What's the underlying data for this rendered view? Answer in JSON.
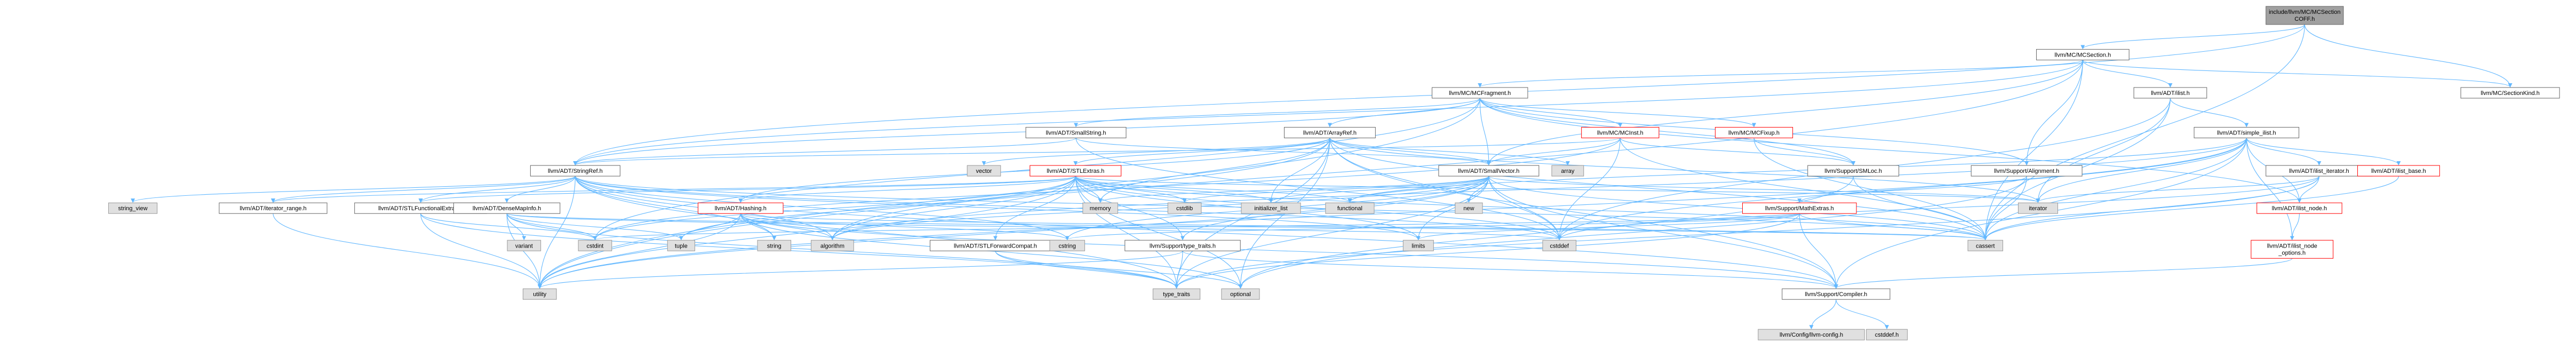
{
  "graph": {
    "nodes": [
      {
        "id": "root",
        "label": "include/llvm/MC/MCSection\nCOFF.h",
        "kind": "root"
      },
      {
        "id": "mcsec",
        "label": "llvm/MC/MCSection.h",
        "kind": "local"
      },
      {
        "id": "mcfrag",
        "label": "llvm/MC/MCFragment.h",
        "kind": "local"
      },
      {
        "id": "ilist",
        "label": "llvm/ADT/ilist.h",
        "kind": "local"
      },
      {
        "id": "seckind",
        "label": "llvm/MC/SectionKind.h",
        "kind": "local"
      },
      {
        "id": "smallstring",
        "label": "llvm/ADT/SmallString.h",
        "kind": "local"
      },
      {
        "id": "arrayref",
        "label": "llvm/ADT/ArrayRef.h",
        "kind": "local"
      },
      {
        "id": "mcinst",
        "label": "llvm/MC/MCInst.h",
        "kind": "red"
      },
      {
        "id": "mcfixup",
        "label": "llvm/MC/MCFixup.h",
        "kind": "red"
      },
      {
        "id": "simpleilist",
        "label": "llvm/ADT/simple_ilist.h",
        "kind": "local"
      },
      {
        "id": "stringref",
        "label": "llvm/ADT/StringRef.h",
        "kind": "local"
      },
      {
        "id": "stlextras",
        "label": "llvm/ADT/STLExtras.h",
        "kind": "red"
      },
      {
        "id": "smallvector",
        "label": "llvm/ADT/SmallVector.h",
        "kind": "local"
      },
      {
        "id": "smloc",
        "label": "llvm/Support/SMLoc.h",
        "kind": "local"
      },
      {
        "id": "alignment",
        "label": "llvm/Support/Alignment.h",
        "kind": "local"
      },
      {
        "id": "ilistiter",
        "label": "llvm/ADT/ilist_iterator.h",
        "kind": "local"
      },
      {
        "id": "ilistbase",
        "label": "llvm/ADT/ilist_base.h",
        "kind": "red"
      },
      {
        "id": "vector",
        "label": "vector",
        "kind": "sys"
      },
      {
        "id": "array",
        "label": "array",
        "kind": "sys"
      },
      {
        "id": "stringview",
        "label": "string_view",
        "kind": "sys"
      },
      {
        "id": "iterrange",
        "label": "llvm/ADT/iterator_range.h",
        "kind": "local"
      },
      {
        "id": "stlfunc",
        "label": "llvm/ADT/STLFunctionalExtras.h",
        "kind": "local"
      },
      {
        "id": "densemapinfo",
        "label": "llvm/ADT/DenseMapInfo.h",
        "kind": "local"
      },
      {
        "id": "hashing",
        "label": "llvm/ADT/Hashing.h",
        "kind": "red"
      },
      {
        "id": "memory",
        "label": "memory",
        "kind": "sys"
      },
      {
        "id": "cstdlib",
        "label": "cstdlib",
        "kind": "sys"
      },
      {
        "id": "initlist",
        "label": "initializer_list",
        "kind": "sys"
      },
      {
        "id": "functional",
        "label": "functional",
        "kind": "sys"
      },
      {
        "id": "new",
        "label": "new",
        "kind": "sys"
      },
      {
        "id": "mathextras",
        "label": "llvm/Support/MathExtras.h",
        "kind": "red"
      },
      {
        "id": "iterator",
        "label": "iterator",
        "kind": "sys"
      },
      {
        "id": "ilistnode",
        "label": "llvm/ADT/ilist_node.h",
        "kind": "red"
      },
      {
        "id": "variant",
        "label": "variant",
        "kind": "sys"
      },
      {
        "id": "cstdint",
        "label": "cstdint",
        "kind": "sys"
      },
      {
        "id": "tuple",
        "label": "tuple",
        "kind": "sys"
      },
      {
        "id": "string",
        "label": "string",
        "kind": "sys"
      },
      {
        "id": "algorithm",
        "label": "algorithm",
        "kind": "sys"
      },
      {
        "id": "stlforward",
        "label": "llvm/ADT/STLForwardCompat.h",
        "kind": "local"
      },
      {
        "id": "cstring",
        "label": "cstring",
        "kind": "sys"
      },
      {
        "id": "typetraitsh",
        "label": "llvm/Support/type_traits.h",
        "kind": "local"
      },
      {
        "id": "limits",
        "label": "limits",
        "kind": "sys"
      },
      {
        "id": "cstddef",
        "label": "cstddef",
        "kind": "sys"
      },
      {
        "id": "cassert",
        "label": "cassert",
        "kind": "sys"
      },
      {
        "id": "ilistnodeopts",
        "label": "llvm/ADT/ilist_node\n_options.h",
        "kind": "red"
      },
      {
        "id": "utility",
        "label": "utility",
        "kind": "sys"
      },
      {
        "id": "typetraits",
        "label": "type_traits",
        "kind": "sys"
      },
      {
        "id": "optional",
        "label": "optional",
        "kind": "sys"
      },
      {
        "id": "compiler",
        "label": "llvm/Support/Compiler.h",
        "kind": "local"
      },
      {
        "id": "config",
        "label": "llvm/Config/llvm-config.h",
        "kind": "sys"
      },
      {
        "id": "cstddefh",
        "label": "cstddef.h",
        "kind": "sys"
      }
    ],
    "edges": [
      [
        "root",
        "mcsec"
      ],
      [
        "root",
        "seckind"
      ],
      [
        "root",
        "stringref"
      ],
      [
        "root",
        "cassert"
      ],
      [
        "mcsec",
        "mcfrag"
      ],
      [
        "mcsec",
        "ilist"
      ],
      [
        "mcsec",
        "seckind"
      ],
      [
        "mcsec",
        "smallvector"
      ],
      [
        "mcsec",
        "alignment"
      ],
      [
        "mcsec",
        "stringref"
      ],
      [
        "mcsec",
        "cassert"
      ],
      [
        "mcsec",
        "utility"
      ],
      [
        "mcfrag",
        "smallstring"
      ],
      [
        "mcfrag",
        "arrayref"
      ],
      [
        "mcfrag",
        "mcinst"
      ],
      [
        "mcfrag",
        "mcfixup"
      ],
      [
        "mcfrag",
        "ilistnode"
      ],
      [
        "mcfrag",
        "smallvector"
      ],
      [
        "mcfrag",
        "stringref"
      ],
      [
        "mcfrag",
        "alignment"
      ],
      [
        "mcfrag",
        "smloc"
      ],
      [
        "mcfrag",
        "cstdint"
      ],
      [
        "mcfrag",
        "utility"
      ],
      [
        "ilist",
        "simpleilist"
      ],
      [
        "ilist",
        "cassert"
      ],
      [
        "ilist",
        "cstddef"
      ],
      [
        "ilist",
        "iterator"
      ],
      [
        "smallstring",
        "smallvector"
      ],
      [
        "smallstring",
        "stringref"
      ],
      [
        "smallstring",
        "cstddef"
      ],
      [
        "arrayref",
        "hashing"
      ],
      [
        "arrayref",
        "smallvector"
      ],
      [
        "arrayref",
        "stlextras"
      ],
      [
        "arrayref",
        "compiler"
      ],
      [
        "arrayref",
        "algorithm"
      ],
      [
        "arrayref",
        "array"
      ],
      [
        "arrayref",
        "cassert"
      ],
      [
        "arrayref",
        "cstddef"
      ],
      [
        "arrayref",
        "initlist"
      ],
      [
        "arrayref",
        "iterator"
      ],
      [
        "arrayref",
        "memory"
      ],
      [
        "arrayref",
        "optional"
      ],
      [
        "arrayref",
        "typetraits"
      ],
      [
        "arrayref",
        "vector"
      ],
      [
        "mcinst",
        "smallvector"
      ],
      [
        "mcinst",
        "smloc"
      ],
      [
        "mcinst",
        "cassert"
      ],
      [
        "mcinst",
        "cstddef"
      ],
      [
        "mcinst",
        "cstdint"
      ],
      [
        "mcinst",
        "stringref"
      ],
      [
        "mcfixup",
        "smloc"
      ],
      [
        "mcfixup",
        "cassert"
      ],
      [
        "simpleilist",
        "ilistbase"
      ],
      [
        "simpleilist",
        "ilistiter"
      ],
      [
        "simpleilist",
        "ilistnode"
      ],
      [
        "simpleilist",
        "ilistnodeopts"
      ],
      [
        "simpleilist",
        "compiler"
      ],
      [
        "simpleilist",
        "algorithm"
      ],
      [
        "simpleilist",
        "cassert"
      ],
      [
        "simpleilist",
        "cstddef"
      ],
      [
        "simpleilist",
        "functional"
      ],
      [
        "simpleilist",
        "iterator"
      ],
      [
        "simpleilist",
        "utility"
      ],
      [
        "stringref",
        "densemapinfo"
      ],
      [
        "stringref",
        "stlfunc"
      ],
      [
        "stringref",
        "iterrange"
      ],
      [
        "stringref",
        "compiler"
      ],
      [
        "stringref",
        "algorithm"
      ],
      [
        "stringref",
        "cassert"
      ],
      [
        "stringref",
        "cstddef"
      ],
      [
        "stringref",
        "cstring"
      ],
      [
        "stringref",
        "limits"
      ],
      [
        "stringref",
        "string"
      ],
      [
        "stringref",
        "stringview"
      ],
      [
        "stringref",
        "typetraits"
      ],
      [
        "stringref",
        "utility"
      ],
      [
        "stlextras",
        "stlforward"
      ],
      [
        "stlextras",
        "stlfunc"
      ],
      [
        "stlextras",
        "hashing"
      ],
      [
        "stlextras",
        "iterrange"
      ],
      [
        "stlextras",
        "typetraitsh"
      ],
      [
        "stlextras",
        "algorithm"
      ],
      [
        "stlextras",
        "cassert"
      ],
      [
        "stlextras",
        "cstddef"
      ],
      [
        "stlextras",
        "cstdint"
      ],
      [
        "stlextras",
        "cstdlib"
      ],
      [
        "stlextras",
        "functional"
      ],
      [
        "stlextras",
        "initlist"
      ],
      [
        "stlextras",
        "iterator"
      ],
      [
        "stlextras",
        "limits"
      ],
      [
        "stlextras",
        "memory"
      ],
      [
        "stlextras",
        "optional"
      ],
      [
        "stlextras",
        "tuple"
      ],
      [
        "stlextras",
        "typetraits"
      ],
      [
        "stlextras",
        "utility"
      ],
      [
        "smallvector",
        "compiler"
      ],
      [
        "smallvector",
        "typetraitsh"
      ],
      [
        "smallvector",
        "algorithm"
      ],
      [
        "smallvector",
        "cassert"
      ],
      [
        "smallvector",
        "cstddef"
      ],
      [
        "smallvector",
        "cstdlib"
      ],
      [
        "smallvector",
        "cstring"
      ],
      [
        "smallvector",
        "functional"
      ],
      [
        "smallvector",
        "initlist"
      ],
      [
        "smallvector",
        "iterator"
      ],
      [
        "smallvector",
        "limits"
      ],
      [
        "smallvector",
        "memory"
      ],
      [
        "smallvector",
        "new"
      ],
      [
        "smallvector",
        "typetraits"
      ],
      [
        "smallvector",
        "utility"
      ],
      [
        "smloc",
        "cassert"
      ],
      [
        "smloc",
        "optional"
      ],
      [
        "alignment",
        "mathextras"
      ],
      [
        "alignment",
        "cassert"
      ],
      [
        "alignment",
        "optional"
      ],
      [
        "ilistiter",
        "ilistnode"
      ],
      [
        "ilistiter",
        "cassert"
      ],
      [
        "ilistiter",
        "cstddef"
      ],
      [
        "ilistiter",
        "iterator"
      ],
      [
        "ilistiter",
        "typetraits"
      ],
      [
        "ilistbase",
        "cassert"
      ],
      [
        "iterrange",
        "utility"
      ],
      [
        "stlfunc",
        "cstdint"
      ],
      [
        "stlfunc",
        "typetraits"
      ],
      [
        "stlfunc",
        "utility"
      ],
      [
        "densemapinfo",
        "cassert"
      ],
      [
        "densemapinfo",
        "cstddef"
      ],
      [
        "densemapinfo",
        "cstdint"
      ],
      [
        "densemapinfo",
        "tuple"
      ],
      [
        "densemapinfo",
        "typetraits"
      ],
      [
        "densemapinfo",
        "utility"
      ],
      [
        "densemapinfo",
        "variant"
      ],
      [
        "hashing",
        "compiler"
      ],
      [
        "hashing",
        "algorithm"
      ],
      [
        "hashing",
        "cassert"
      ],
      [
        "hashing",
        "cstring"
      ],
      [
        "hashing",
        "optional"
      ],
      [
        "hashing",
        "string"
      ],
      [
        "hashing",
        "tuple"
      ],
      [
        "hashing",
        "utility"
      ],
      [
        "mathextras",
        "compiler"
      ],
      [
        "mathextras",
        "cassert"
      ],
      [
        "mathextras",
        "climits"
      ],
      [
        "mathextras",
        "cstdint"
      ],
      [
        "mathextras",
        "cstring"
      ],
      [
        "mathextras",
        "limits"
      ],
      [
        "mathextras",
        "typetraits"
      ],
      [
        "ilistnode",
        "ilistnodeopts"
      ],
      [
        "ilistnodeopts",
        "compiler"
      ],
      [
        "stlforward",
        "optional"
      ],
      [
        "stlforward",
        "typetraits"
      ],
      [
        "typetraitsh",
        "compiler"
      ],
      [
        "typetraitsh",
        "typetraits"
      ],
      [
        "typetraitsh",
        "utility"
      ],
      [
        "compiler",
        "config"
      ],
      [
        "compiler",
        "cstddefh"
      ]
    ]
  },
  "colors": {
    "root_fill": "#a0a0a0",
    "root_border": "#666666",
    "local_fill": "#ffffff",
    "local_border": "#666666",
    "red_fill": "#ffffff",
    "red_border": "#ff0000",
    "sys_fill": "#e0e0e0",
    "sys_border": "#999999",
    "edge": "#63b8ff"
  }
}
